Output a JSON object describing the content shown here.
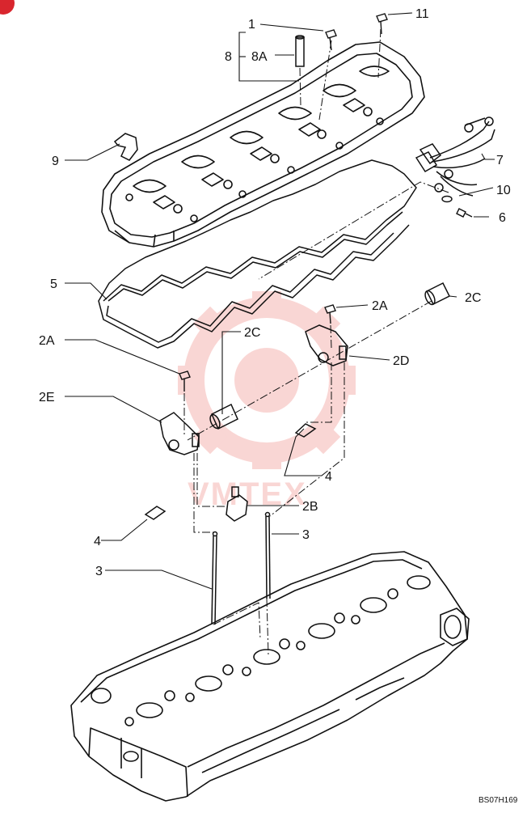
{
  "figure_id": "BS07H169",
  "watermark": {
    "text": "VMTEX",
    "color": "#e8473f"
  },
  "corner_badge_color": "#d9262e",
  "callouts": {
    "c1": "1",
    "c11": "11",
    "c8": "8",
    "c8a": "8A",
    "c9": "9",
    "c7": "7",
    "c10": "10",
    "c6": "6",
    "c5": "5",
    "c2a_right": "2A",
    "c2c_right": "2C",
    "c2c_left": "2C",
    "c2a_left": "2A",
    "c2d": "2D",
    "c2e": "2E",
    "c4_upper": "4",
    "c2b": "2B",
    "c3_right": "3",
    "c4_lower": "4",
    "c3_left": "3"
  }
}
